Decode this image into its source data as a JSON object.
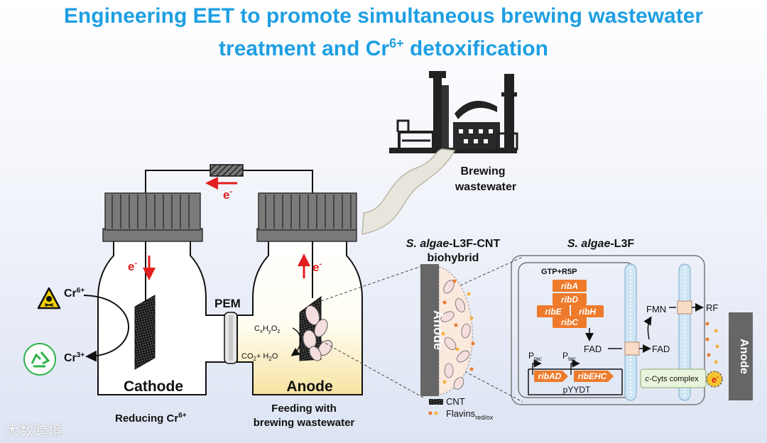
{
  "title": {
    "line1": "Engineering EET to promote simultaneous brewing wastewater",
    "line2_a": "treatment and Cr",
    "line2_sup": "6+",
    "line2_b": " detoxification"
  },
  "colors": {
    "title": "#1e9fe2",
    "accent_red": "#e31e1e",
    "gene_orange": "#ee7a2b",
    "cap_gray": "#6b6b6b",
    "anode_gray": "#666666"
  },
  "labels": {
    "brewing_wastewater_1": "Brewing",
    "brewing_wastewater_2": "wastewater",
    "electron": "e",
    "electron_sup": "-",
    "pem": "PEM",
    "cathode": "Cathode",
    "anode": "Anode",
    "reducing_cr6": "Reducing Cr",
    "reducing_cr6_sup": "6+",
    "feeding_1": "Feeding with",
    "feeding_2": "brewing wastewater",
    "cr6": "Cr",
    "cr6_sup": "6+",
    "cr3": "Cr",
    "cr3_sup": "3+",
    "cxhyoz_c": "C",
    "cxhyoz_x": "x",
    "cxhyoz_h": "H",
    "cxhyoz_y": "y",
    "cxhyoz_o": "O",
    "cxhyoz_z": "z",
    "co2_h2o_a": "CO",
    "co2_h2o_2": "2",
    "co2_h2o_b": "+ H",
    "co2_h2o_c": "2",
    "co2_h2o_d": "O",
    "biohybrid_title_it": "S. algae",
    "biohybrid_title_rest": "-L3F-CNT",
    "biohybrid_title_2": "biohybrid",
    "anode_electrode": "Anode",
    "cnt": "CNT",
    "flavins": "Flavins",
    "flavins_sub": "red/ox",
    "strain_title_it": "S. algae",
    "strain_title_rest": "-L3F",
    "gtp_r5p": "GTP+R5P",
    "genes": [
      "ribA",
      "ribD",
      "ribE",
      "ribH",
      "ribC"
    ],
    "plasmid_genes": [
      "ribAD",
      "ribEHC"
    ],
    "ptac": "P",
    "ptac_sub": "tac",
    "plasmid": "pYYDT",
    "fad": "FAD",
    "fmn": "FMN",
    "rf": "RF",
    "ccyts_it": "c",
    "ccyts_rest": "-Cyts complex",
    "e_in_circle": "e",
    "e_in_circle_sup": "-"
  },
  "icons": [
    "skull-crossbones-icon",
    "recycle-icon",
    "factory-icon",
    "resistor-icon"
  ],
  "watermark": "大数跨境"
}
